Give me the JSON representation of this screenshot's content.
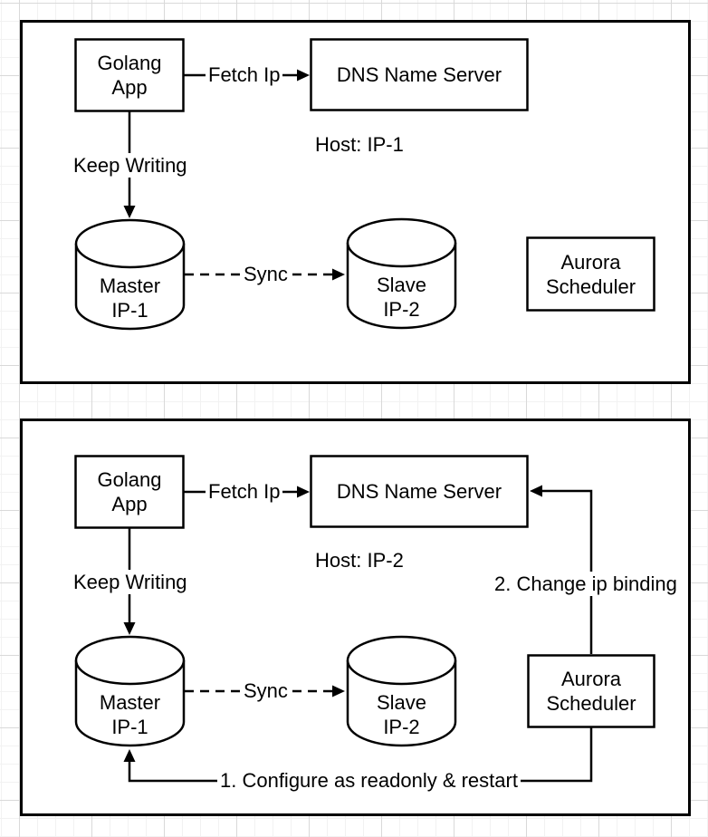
{
  "canvas": {
    "background_color": "#ffffff",
    "grid_minor_color": "#f2f2f2",
    "grid_major_color": "#d9d9d9",
    "stroke_color": "#000000",
    "shape_fill_color": "#ffffff"
  },
  "diagram1": {
    "golang_label": "Golang\nApp",
    "dns_label": "DNS Name Server",
    "host_label": "Host: IP-1",
    "fetch_edge_label": "Fetch Ip",
    "keep_writing_edge_label": "Keep Writing",
    "sync_edge_label": "Sync",
    "master_label": "Master\nIP-1",
    "slave_label": "Slave\nIP-2",
    "aurora_label": "Aurora\nScheduler"
  },
  "diagram2": {
    "golang_label": "Golang\nApp",
    "dns_label": "DNS Name Server",
    "host_label": "Host: IP-2",
    "fetch_edge_label": "Fetch Ip",
    "keep_writing_edge_label": "Keep Writing",
    "sync_edge_label": "Sync",
    "master_label": "Master\nIP-1",
    "slave_label": "Slave\nIP-2",
    "aurora_label": "Aurora\nScheduler",
    "change_ip_edge_label": "2. Change ip binding",
    "configure_edge_label": "1. Configure as readonly & restart"
  }
}
